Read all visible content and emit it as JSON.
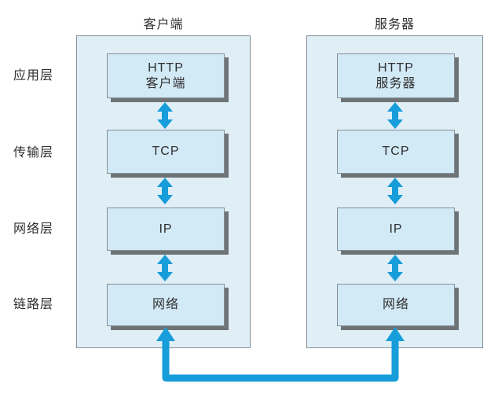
{
  "diagram": {
    "layer_labels": [
      "应用层",
      "传输层",
      "网络层",
      "链路层"
    ],
    "client": {
      "title": "客户端",
      "boxes": [
        "HTTP\n客户端",
        "TCP",
        "IP",
        "网络"
      ]
    },
    "server": {
      "title": "服务器",
      "boxes": [
        "HTTP\n服务器",
        "TCP",
        "IP",
        "网络"
      ]
    },
    "colors": {
      "arrow_blue": "#169dda",
      "panel_fill": "#e0eef6",
      "box_fill": "#d2e9f6",
      "border_gray": "#868f96",
      "shadow_gray": "#6e7376",
      "text": "#2e2e2e"
    }
  }
}
